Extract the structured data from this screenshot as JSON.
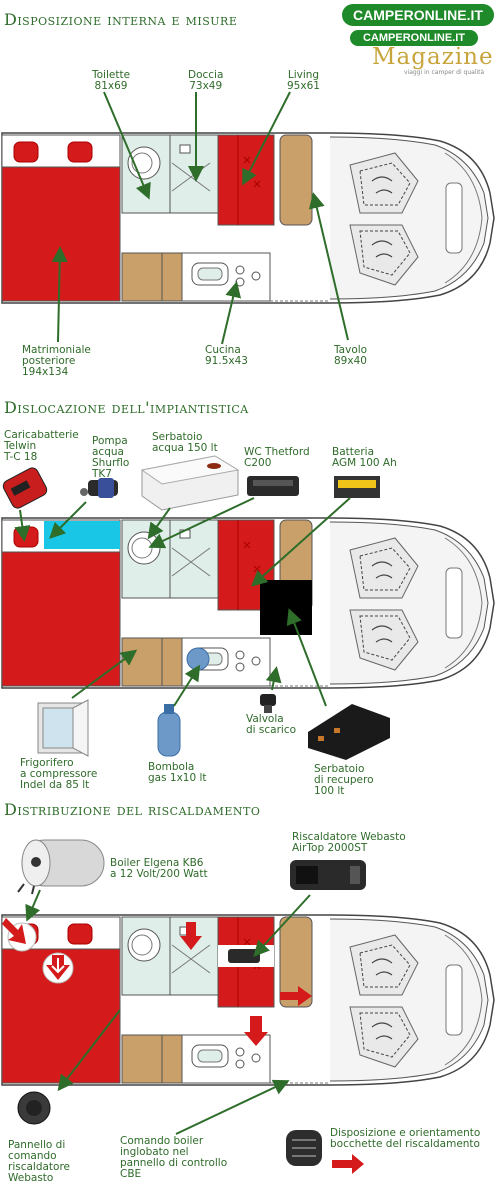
{
  "logo": {
    "brand": "CAMPERONLINE.IT",
    "brand2": "CAMPERONLINE.IT",
    "magazine": "Magazine",
    "tagline": "viaggi in camper di qualità"
  },
  "section1": {
    "title": "Disposizione interna e misure",
    "toilette": [
      "Toilette",
      "81x69"
    ],
    "doccia": [
      "Doccia",
      "73x49"
    ],
    "living": [
      "Living",
      "95x61"
    ],
    "matrimoniale": [
      "Matrimoniale",
      "posteriore",
      "194x134"
    ],
    "cucina": [
      "Cucina",
      "91.5x43"
    ],
    "tavolo": [
      "Tavolo",
      "89x40"
    ]
  },
  "section2": {
    "title": "Dislocazione dell'impiantistica",
    "caricabatterie": [
      "Caricabatterie",
      "Telwin",
      "T-C 18"
    ],
    "pompa": [
      "Pompa",
      "acqua",
      "Shurflo",
      "TK7"
    ],
    "serbatoio_acqua": [
      "Serbatoio",
      "acqua 150 lt"
    ],
    "wc": [
      "WC Thetford",
      "C200"
    ],
    "batteria": [
      "Batteria",
      "AGM 100 Ah"
    ],
    "frigorifero": [
      "Frigorifero",
      "a compressore",
      "Indel da 85 lt"
    ],
    "bombola": [
      "Bombola",
      "gas 1x10 lt"
    ],
    "valvola": [
      "Valvola",
      "di scarico"
    ],
    "serbatoio_recupero": [
      "Serbatoio",
      "di recupero",
      "100 lt"
    ]
  },
  "section3": {
    "title": "Distribuzione del riscaldamento",
    "boiler": [
      "Boiler Elgena KB6",
      "a 12 Volt/200 Watt"
    ],
    "riscaldatore": [
      "Riscaldatore Webasto",
      "AirTop 2000ST"
    ],
    "pannello": [
      "Pannello di",
      "comando",
      "riscaldatore",
      "Webasto"
    ],
    "comando_boiler": [
      "Comando boiler",
      "inglobato nel",
      "pannello di controllo",
      "CBE"
    ],
    "bocchette": [
      "Disposizione e orientamento",
      "bocchette del riscaldamento"
    ]
  },
  "colors": {
    "green": "#2e6d2a",
    "red": "#d41a1a",
    "wood": "#c9a06a",
    "floor": "#ffffff",
    "wet": "#dfeee9",
    "cyan": "#19c6e6"
  }
}
